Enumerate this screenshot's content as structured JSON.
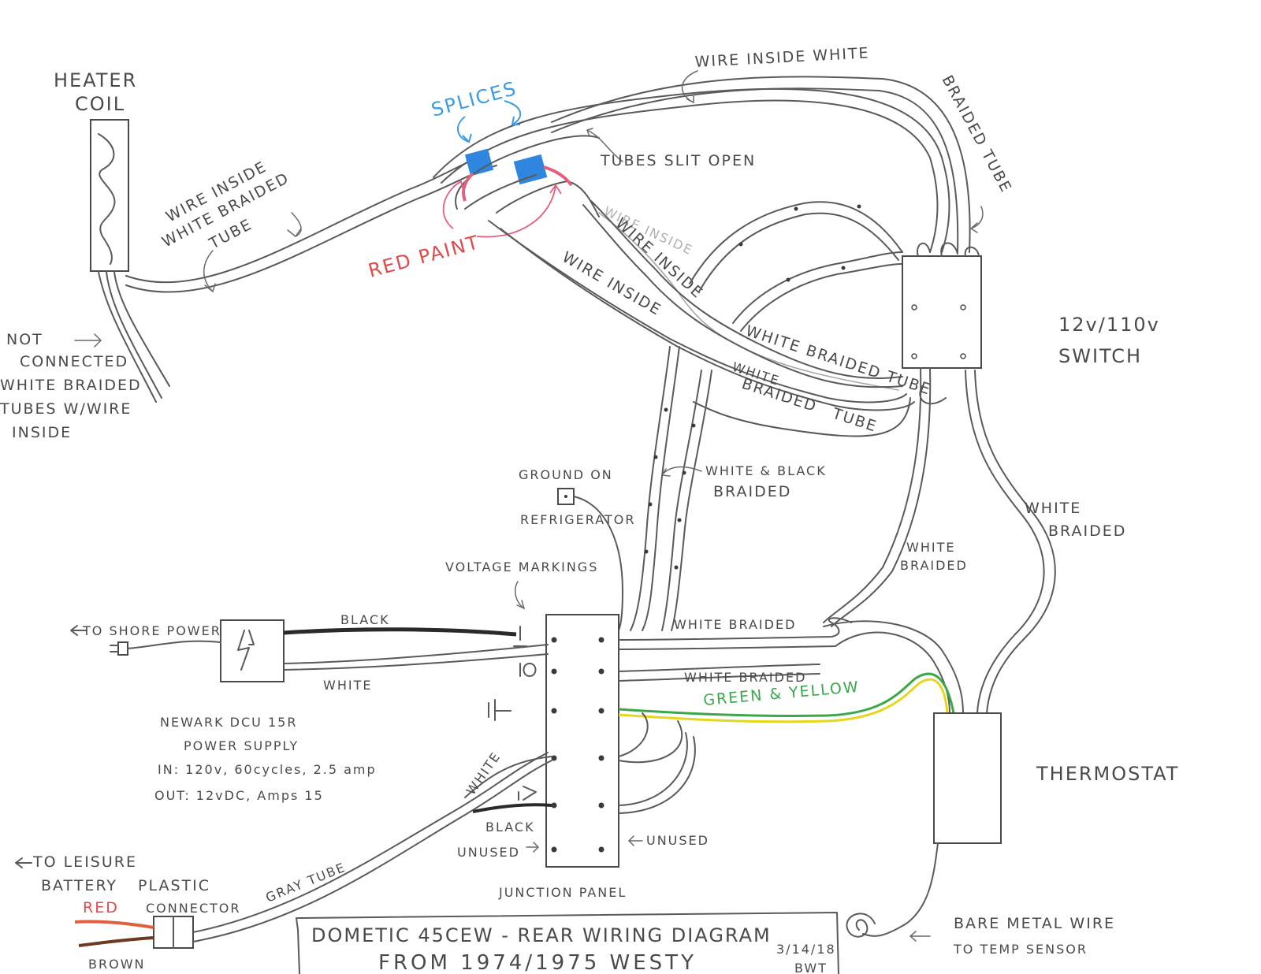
{
  "labels": {
    "heater_coil": [
      "HEATER",
      "COIL"
    ],
    "not_connected": [
      "NOT",
      "CONNECTED",
      "WHITE BRAIDED",
      "TUBES W/WIRE",
      "INSIDE"
    ],
    "wire_inside_white_braided_tube": [
      "WIRE INSIDE",
      "WHITE BRAIDED",
      "TUBE"
    ],
    "splices": "SPLICES",
    "red_paint": "RED PAINT",
    "tubes_slit_open": "TUBES SLIT OPEN",
    "wire_inside_white_top": "WIRE INSIDE WHITE",
    "braided_tube_right": "BRAIDED TUBE",
    "wire_inside_faint": "WIRE INSIDE",
    "wire_inside_1": "WIRE INSIDE",
    "wire_inside_2": "WIRE INSIDE",
    "white_braided_tube_1": "WHITE BRAIDED TUBE",
    "white_braided_tube_2": [
      "WHITE",
      "BRAIDED",
      "TUBE"
    ],
    "switch": [
      "12v/110v",
      "SWITCH"
    ],
    "white_black_braided": [
      "WHITE & BLACK",
      "BRAIDED"
    ],
    "white_braided_mid": [
      "WHITE",
      "BRAIDED"
    ],
    "white_braided_right": [
      "WHITE",
      "BRAIDED"
    ],
    "ground_on_refrigerator": [
      "GROUND ON",
      "REFRIGERATOR"
    ],
    "voltage_markings": "VOLTAGE MARKINGS",
    "to_shore_power": "TO SHORE POWER",
    "black_wire": "BLACK",
    "white_wire": "WHITE",
    "white_braided_top_jp": "WHITE BRAIDED",
    "white_braided_jp2": "WHITE BRAIDED",
    "green_yellow": "GREEN & YELLOW",
    "power_supply": [
      "NEWARK DCU 15R",
      "POWER SUPPLY",
      "IN: 120v, 60cycles, 2.5 amp",
      "OUT: 12vDC, Amps 15"
    ],
    "white_jp": "WHITE",
    "black_jp": "BLACK",
    "unused_left": "UNUSED",
    "unused_right": "UNUSED",
    "thermostat": "THERMOSTAT",
    "to_leisure_battery": [
      "TO LEISURE",
      "BATTERY"
    ],
    "plastic_connector": [
      "PLASTIC",
      "CONNECTOR"
    ],
    "red": "RED",
    "brown": "BROWN",
    "gray_tube": "GRAY TUBE",
    "junction_panel": "JUNCTION PANEL",
    "bare_metal_wire": [
      "BARE METAL WIRE",
      "TO TEMP SENSOR"
    ],
    "title": [
      "DOMETIC 45CEW - REAR WIRING DIAGRAM",
      "FROM 1974/1975 WESTY"
    ],
    "date_initials": [
      "3/14/18",
      "BWT"
    ]
  },
  "colors": {
    "pencil": "#5a5a5a",
    "splice": "#2e86de",
    "red_paint": "#e0607e",
    "splices_text": "#3d9be0",
    "red_text": "#e04a4a",
    "green_wire": "#3aa84a",
    "yellow_wire": "#e6d61e",
    "brown_wire": "#6b3a22"
  },
  "icons": [
    "lightning-icon",
    "plug-icon",
    "spiral-sensor-icon"
  ]
}
